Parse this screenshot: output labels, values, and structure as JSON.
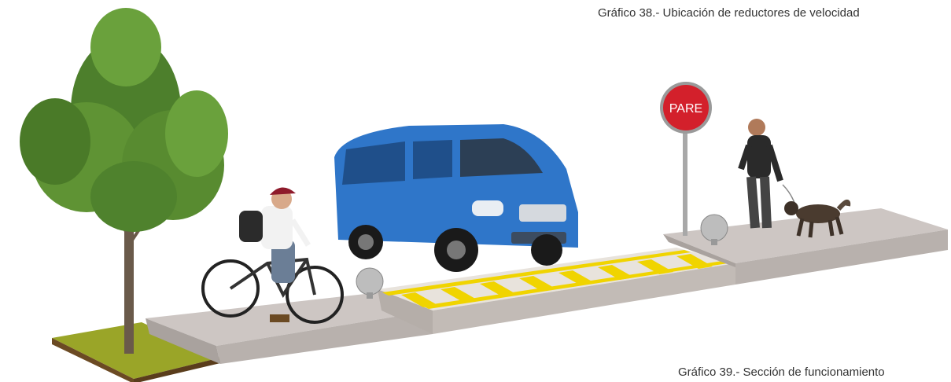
{
  "captions": {
    "top": "Gráfico 38.- Ubicación de reductores de velocidad",
    "bottom": "Gráfico 39.- Sección de funcionamiento"
  },
  "sign": {
    "text": "PARE",
    "color": "#d3202b"
  },
  "colors": {
    "sidewalk": "#cdc6c3",
    "curb_side": "#b8b1ad",
    "grass": "#9aa528",
    "soil": "#6b4a23",
    "speed_bump_yellow": "#f0d400",
    "van_body": "#2f76c9"
  },
  "icons": [
    "tree-icon",
    "cyclist-icon",
    "van-icon",
    "stop-sign-icon",
    "pedestrian-icon",
    "dog-icon",
    "bollard-icon"
  ]
}
